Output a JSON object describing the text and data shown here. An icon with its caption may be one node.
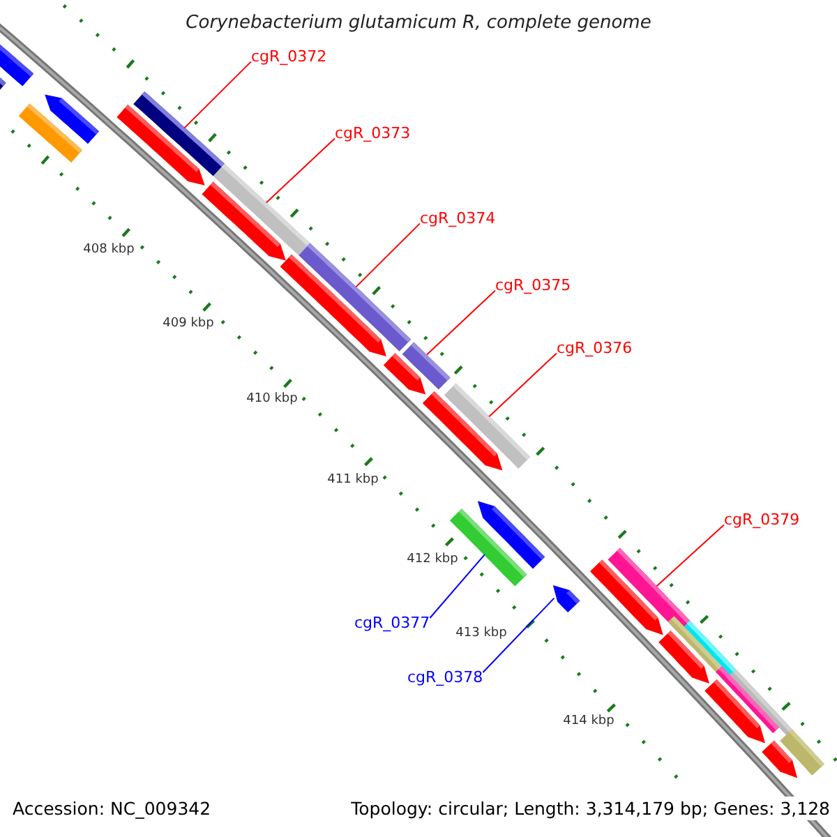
{
  "diagram": {
    "title": "Corynebacterium glutamicum R, complete genome",
    "nodes": [
      {
        "text": [
          "cgR_0372"
        ]
      },
      {
        "text": [
          "cgR_0373"
        ]
      },
      {
        "text": [
          "cgR_0374"
        ]
      },
      {
        "text": [
          "cgR_0375"
        ]
      },
      {
        "text": [
          "cgR_0376"
        ]
      },
      {
        "text": [
          "cgR_0379"
        ]
      },
      {
        "text": [
          "cgR_0377"
        ]
      },
      {
        "text": [
          "cgR_0378"
        ]
      },
      {
        "text": [],
        "shape": "bar"
      },
      {
        "text": [],
        "shape": "bar"
      },
      {
        "text": [],
        "shape": "bar"
      },
      {
        "text": [],
        "shape": "bar"
      },
      {
        "text": [],
        "shape": "bar"
      },
      {
        "text": [],
        "shape": "bar"
      },
      {
        "text": [],
        "shape": "bar"
      },
      {
        "text": [],
        "shape": "bar"
      },
      {
        "text": [],
        "shape": "bar"
      },
      {
        "text": [],
        "shape": "bar"
      },
      {
        "text": [],
        "shape": "bar"
      },
      {
        "text": [],
        "shape": "bar"
      },
      {
        "text": [],
        "shape": "bar"
      },
      {
        "text": [],
        "shape": "bar"
      },
      {
        "text": [],
        "shape": "bar"
      },
      {
        "text": [],
        "shape": "bar"
      },
      {
        "text": [],
        "shape": "bar"
      },
      {
        "text": [],
        "shape": "bar"
      },
      {
        "text": [],
        "shape": "bar"
      },
      {
        "text": [],
        "shape": "bar"
      },
      {
        "text": [],
        "shape": "bar"
      },
      {
        "text": [],
        "shape": "bar"
      },
      {
        "text": [],
        "shape": "bar"
      },
      {
        "text": [],
        "shape": "bar"
      },
      {
        "text": [],
        "shape": "bar"
      },
      {
        "text": [],
        "shape": "bar"
      },
      {
        "text": [],
        "shape": "bar"
      }
    ],
    "edges": [
      {
        "from": 0,
        "to": 8,
        "arrow": "none"
      },
      {
        "from": 1,
        "to": 9,
        "arrow": "none"
      },
      {
        "from": 2,
        "to": 10,
        "arrow": "none"
      },
      {
        "from": 3,
        "to": 11,
        "arrow": "none"
      },
      {
        "from": 4,
        "to": 12,
        "arrow": "none"
      },
      {
        "from": 5,
        "to": 13,
        "arrow": "none"
      },
      {
        "from": 6,
        "to": 14,
        "arrow": "none",
        "color": "#0000ff"
      },
      {
        "from": 7,
        "to": 15,
        "arrow": "none",
        "color": "#0000ff"
      }
    ],
    "labels": [
      "408 kbp",
      "409 kbp",
      "410 kbp",
      "411 kbp",
      "412 kbp",
      "413 kbp",
      "414 kbp",
      "Accession: NC_009342",
      "Topology: circular; Length: 3,314,179 bp; Genes: 3,128"
    ]
  }
}
